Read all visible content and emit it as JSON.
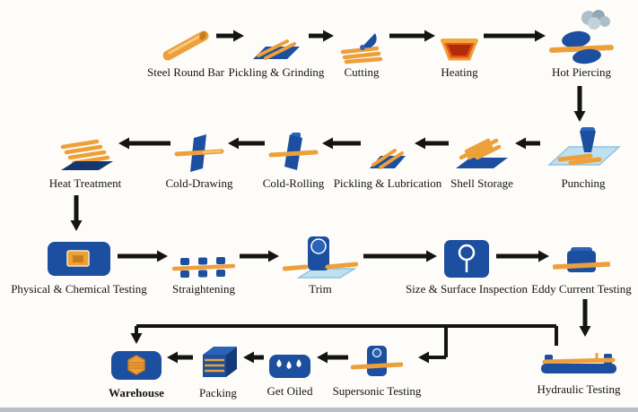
{
  "colors": {
    "machine_blue": "#1c4f9f",
    "machine_blue_light": "#2a63b8",
    "machine_blue_dark": "#143a78",
    "steel_orange": "#eda03a",
    "steel_orange_dark": "#c97c1d",
    "furnace_red": "#e8521c",
    "slab_light_blue": "#bfe0f0",
    "smoke_grey": "#a3b4c0",
    "arrow_black": "#141414",
    "background": "#fdfcf8"
  },
  "stations": [
    {
      "id": "steel-round-bar",
      "label": "Steel Round Bar"
    },
    {
      "id": "pickling-grinding",
      "label": "Pickling & Grinding"
    },
    {
      "id": "cutting",
      "label": "Cutting"
    },
    {
      "id": "heating",
      "label": "Heating"
    },
    {
      "id": "hot-piercing",
      "label": "Hot Piercing"
    },
    {
      "id": "punching",
      "label": "Punching"
    },
    {
      "id": "shell-storage",
      "label": "Shell Storage"
    },
    {
      "id": "pickling-lubrication",
      "label": "Pickling & Lubrication"
    },
    {
      "id": "cold-rolling",
      "label": "Cold-Rolling"
    },
    {
      "id": "cold-drawing",
      "label": "Cold-Drawing"
    },
    {
      "id": "heat-treatment",
      "label": "Heat Treatment"
    },
    {
      "id": "physical-chemical-testing",
      "label": "Physical & Chemical Testing"
    },
    {
      "id": "straightening",
      "label": "Straightening"
    },
    {
      "id": "trim",
      "label": "Trim"
    },
    {
      "id": "size-surface-inspection",
      "label": "Size & Surface Inspection"
    },
    {
      "id": "eddy-current-testing",
      "label": "Eddy Current Testing"
    },
    {
      "id": "hydraulic-testing",
      "label": "Hydraulic Testing"
    },
    {
      "id": "supersonic-testing",
      "label": "Supersonic Testing"
    },
    {
      "id": "get-oiled",
      "label": "Get Oiled"
    },
    {
      "id": "packing",
      "label": "Packing"
    },
    {
      "id": "warehouse",
      "label": "Warehouse"
    }
  ],
  "process_sequence": [
    "Steel Round Bar",
    "Pickling & Grinding",
    "Cutting",
    "Heating",
    "Hot Piercing",
    "Punching",
    "Shell Storage",
    "Pickling & Lubrication",
    "Cold-Rolling",
    "Cold-Drawing",
    "Heat Treatment",
    "Physical & Chemical Testing",
    "Straightening",
    "Trim",
    "Size & Surface Inspection",
    "Eddy Current Testing",
    "Hydraulic Testing",
    "Supersonic Testing",
    "Get Oiled",
    "Packing",
    "Warehouse"
  ]
}
